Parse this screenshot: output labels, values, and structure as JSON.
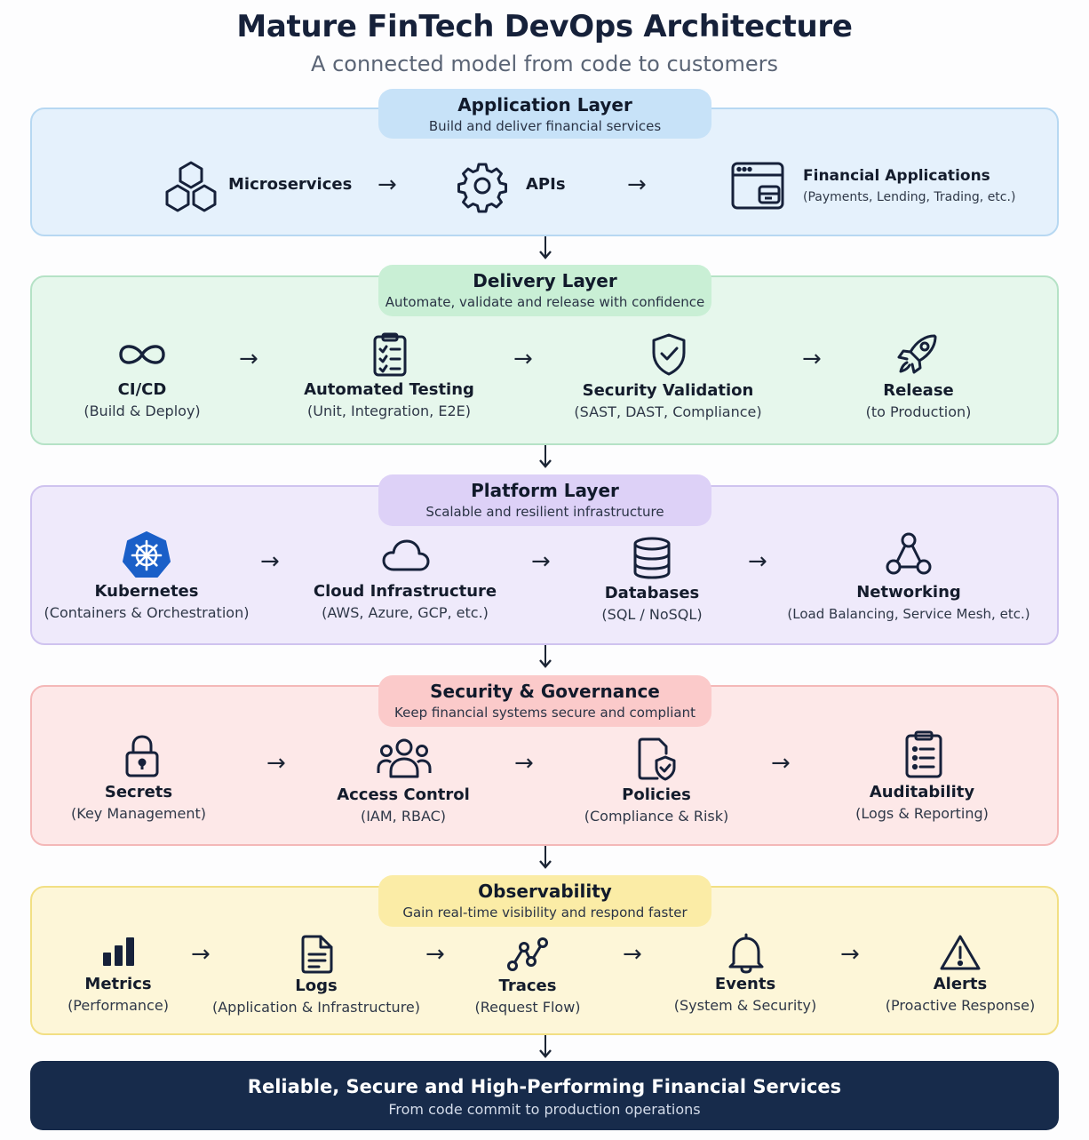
{
  "header": {
    "title": "Mature FinTech DevOps Architecture",
    "subtitle": "A connected model from code to customers"
  },
  "colors": {
    "application": "#e5f1fc",
    "delivery": "#e6f7ec",
    "platform": "#efeafb",
    "security": "#fde8e8",
    "observability": "#fdf6d8",
    "footer": "#172b4b",
    "kubernetes": "#1a5fc8"
  },
  "layers": {
    "application": {
      "title": "Application Layer",
      "description": "Build and deliver financial services",
      "items": [
        {
          "name": "Microservices",
          "icon": "cubes-icon"
        },
        {
          "name": "APIs",
          "icon": "gear-icon"
        },
        {
          "name": "Financial Applications",
          "sub": "(Payments, Lending, Trading, etc.)",
          "icon": "app-window-icon"
        }
      ]
    },
    "delivery": {
      "title": "Delivery Layer",
      "description": "Automate, validate and release with confidence",
      "items": [
        {
          "name": "CI/CD",
          "sub": "(Build & Deploy)",
          "icon": "infinity-icon"
        },
        {
          "name": "Automated Testing",
          "sub": "(Unit, Integration, E2E)",
          "icon": "checklist-icon"
        },
        {
          "name": "Security Validation",
          "sub": "(SAST, DAST, Compliance)",
          "icon": "shield-check-icon"
        },
        {
          "name": "Release",
          "sub": "(to Production)",
          "icon": "rocket-icon"
        }
      ]
    },
    "platform": {
      "title": "Platform Layer",
      "description": "Scalable and resilient infrastructure",
      "items": [
        {
          "name": "Kubernetes",
          "sub": "(Containers & Orchestration)",
          "icon": "kubernetes-icon"
        },
        {
          "name": "Cloud Infrastructure",
          "sub": "(AWS, Azure, GCP, etc.)",
          "icon": "cloud-icon"
        },
        {
          "name": "Databases",
          "sub": "(SQL / NoSQL)",
          "icon": "database-icon"
        },
        {
          "name": "Networking",
          "sub": "(Load Balancing, Service Mesh, etc.)",
          "icon": "network-icon"
        }
      ]
    },
    "security": {
      "title": "Security & Governance",
      "description": "Keep financial systems secure and compliant",
      "items": [
        {
          "name": "Secrets",
          "sub": "(Key Management)",
          "icon": "lock-icon"
        },
        {
          "name": "Access Control",
          "sub": "(IAM, RBAC)",
          "icon": "users-icon"
        },
        {
          "name": "Policies",
          "sub": "(Compliance & Risk)",
          "icon": "policy-document-icon"
        },
        {
          "name": "Auditability",
          "sub": "(Logs & Reporting)",
          "icon": "clipboard-list-icon"
        }
      ]
    },
    "observability": {
      "title": "Observability",
      "description": "Gain real-time visibility and respond faster",
      "items": [
        {
          "name": "Metrics",
          "sub": "(Performance)",
          "icon": "bar-chart-icon"
        },
        {
          "name": "Logs",
          "sub": "(Application & Infrastructure)",
          "icon": "file-text-icon"
        },
        {
          "name": "Traces",
          "sub": "(Request Flow)",
          "icon": "trace-path-icon"
        },
        {
          "name": "Events",
          "sub": "(System & Security)",
          "icon": "bell-icon"
        },
        {
          "name": "Alerts",
          "sub": "(Proactive Response)",
          "icon": "warning-triangle-icon"
        }
      ]
    }
  },
  "footer": {
    "title": "Reliable, Secure and High-Performing Financial Services",
    "subtitle": "From code commit to production operations"
  },
  "arrow_glyph": "→"
}
